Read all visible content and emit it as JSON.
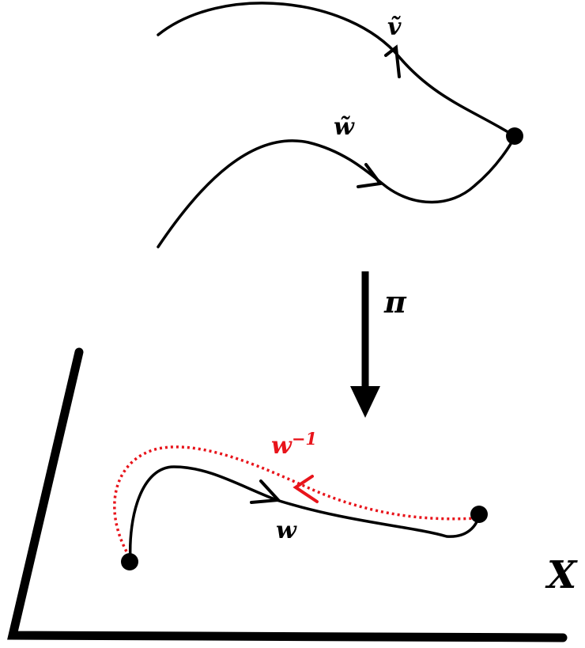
{
  "labels": {
    "v_tilde": "ṽ",
    "w_tilde": "w̃",
    "pi": "π",
    "w_inverse_base": "w",
    "w_inverse_exp": "−1",
    "w": "w",
    "space": "X"
  },
  "colors": {
    "stroke": "#000000",
    "inverse_path": "#e8141b"
  }
}
